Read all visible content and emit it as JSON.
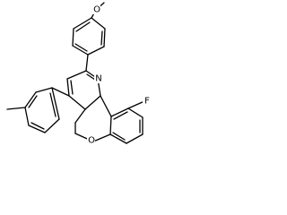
{
  "molecule": {
    "atoms": {
      "methoxy_oxygen": "O",
      "pyridine_nitrogen": "N",
      "fluorine": "F",
      "pyran_oxygen": "O"
    }
  },
  "style": {
    "bond_color": "#000000",
    "background": "#ffffff"
  }
}
